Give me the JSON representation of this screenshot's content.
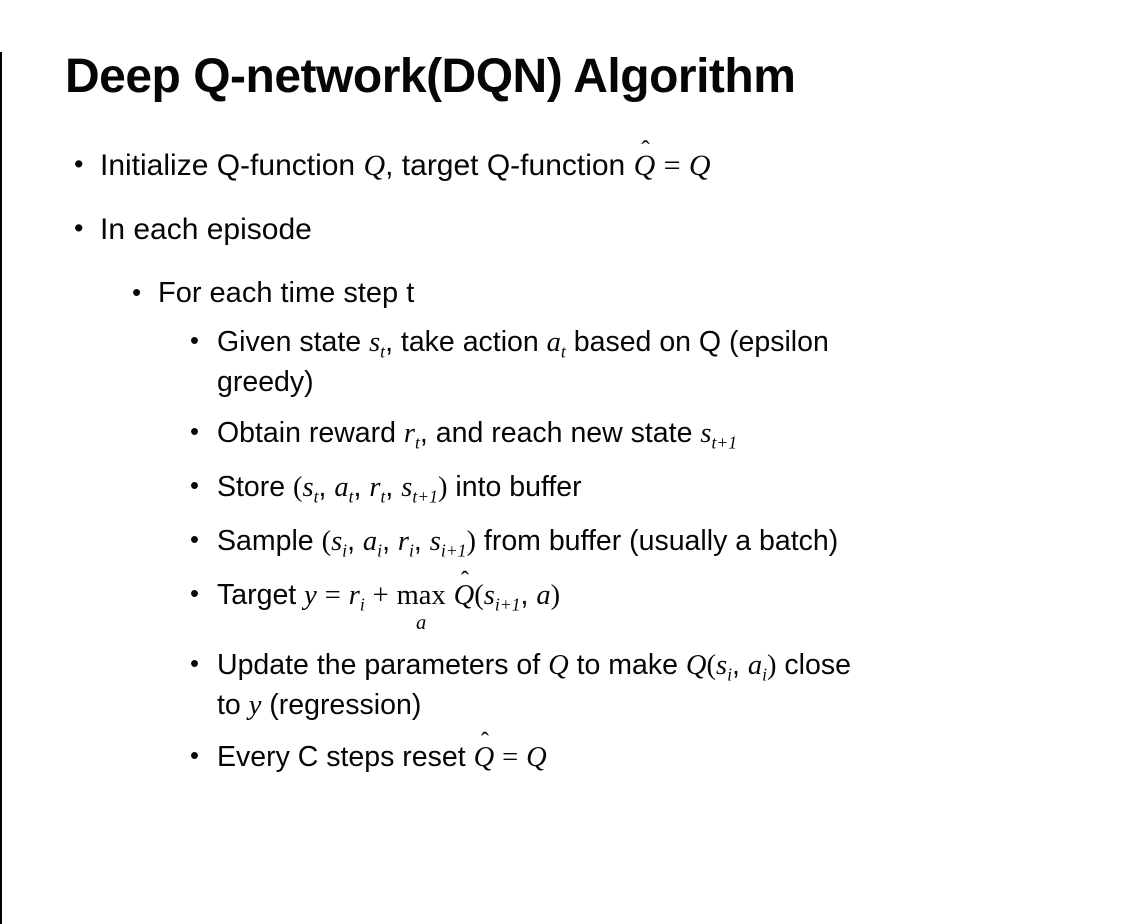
{
  "slide": {
    "title": "Deep Q-network(DQN) Algorithm",
    "bullets": [
      {
        "level": 1,
        "html": "Initialize Q-function <i class='mv'>Q</i>, target Q-function <span class='hat'><span class='acc'>ˆ</span><i class='mv'>Q</i></span> <span class='mr'>=</span> <i class='mv'>Q</i>"
      },
      {
        "level": 1,
        "html": "In each episode"
      },
      {
        "level": 2,
        "html": "For each time step t"
      },
      {
        "level": 3,
        "html": "Given state <i class='mv'>s<sub>t</sub></i>, take action <i class='mv'>a<sub>t</sub></i> based on Q (epsilon<br>greedy)"
      },
      {
        "level": 3,
        "html": "Obtain reward <i class='mv'>r<sub>t</sub></i>, and reach new state <i class='mv'>s<sub>t+1</sub></i>"
      },
      {
        "level": 3,
        "html": "Store <span class='mr'>(</span><i class='mv'>s<sub>t</sub></i>, <i class='mv'>a<sub>t</sub></i>, <i class='mv'>r<sub>t</sub></i>, <i class='mv'>s<sub>t+1</sub></i><span class='mr'>)</span> into buffer"
      },
      {
        "level": 3,
        "html": "Sample <span class='mr'>(</span><i class='mv'>s<sub>i</sub></i>, <i class='mv'>a<sub>i</sub></i>, <i class='mv'>r<sub>i</sub></i>, <i class='mv'>s<sub>i+1</sub></i><span class='mr'>)</span> from buffer (usually a batch)"
      },
      {
        "level": 3,
        "html": "Target <i class='mv'>y</i> <span class='mr'>=</span> <i class='mv'>r<sub>i</sub></i> <span class='mr'>+</span> <span class='limop'><span class='op'>max</span><span class='lim'>a</span></span>&nbsp;<span class='hat'><span class='acc'>ˆ</span><i class='mv'>Q</i></span><span class='mr'>(</span><i class='mv'>s<sub>i+1</sub></i>, <i class='mv'>a</i><span class='mr'>)</span>"
      },
      {
        "level": 3,
        "html": "Update the parameters of <i class='mv'>Q</i> to make <i class='mv'>Q</i><span class='mr'>(</span><i class='mv'>s<sub>i</sub></i>, <i class='mv'>a<sub>i</sub></i><span class='mr'>)</span> close<br>to <i class='mv'>y</i> (regression)"
      },
      {
        "level": 3,
        "html": "Every C steps reset <span class='hat'><span class='acc'>ˆ</span><i class='mv'>Q</i></span> <span class='mr'>=</span> <i class='mv'>Q</i>"
      }
    ]
  },
  "ui": {
    "bullet_glyph": "•"
  },
  "colors": {
    "background": "#ffffff",
    "text": "#060606",
    "left_edge_line": "#000000"
  }
}
